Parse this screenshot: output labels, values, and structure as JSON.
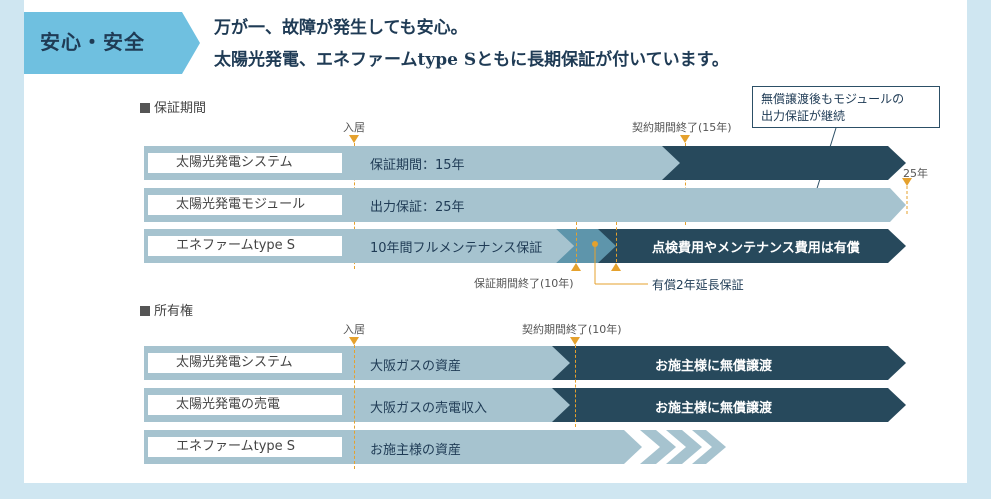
{
  "header": {
    "badge": "安心・安全",
    "line1": "万が一、故障が発生しても安心。",
    "line2": "太陽光発電、エネファームtype Sともに長期保証が付いています。"
  },
  "colors": {
    "light_bar": "#a6c3cf",
    "mid_bar": "#5e95ab",
    "dark_bar": "#27495c",
    "marker": "#e5a12d",
    "badge": "#6fc0e0",
    "background": "#cfe6f1"
  },
  "warranty": {
    "title": "保証期間",
    "move_in": "入居",
    "contract_end": "契約期間終了(15年)",
    "callout_line1": "無償譲渡後もモジュールの",
    "callout_line2": "出力保証が継続",
    "end_label": "25年",
    "rows": [
      {
        "label": "太陽光発電システム",
        "text": "保証期間：15年"
      },
      {
        "label": "太陽光発電モジュール",
        "text": "出力保証：25年"
      },
      {
        "label": "エネファームtype S",
        "text": "10年間フルメンテナンス保証",
        "dark_text": "点検費用やメンテナンス費用は有償"
      }
    ],
    "warranty_end": "保証期間終了(10年)",
    "extension": "有償2年延長保証"
  },
  "ownership": {
    "title": "所有権",
    "move_in": "入居",
    "contract_end": "契約期間終了(10年)",
    "rows": [
      {
        "label": "太陽光発電システム",
        "text": "大阪ガスの資産",
        "dark_text": "お施主様に無償譲渡"
      },
      {
        "label": "太陽光発電の売電",
        "text": "大阪ガスの売電収入",
        "dark_text": "お施主様に無償譲渡"
      },
      {
        "label": "エネファームtype S",
        "text": "お施主様の資産"
      }
    ]
  }
}
